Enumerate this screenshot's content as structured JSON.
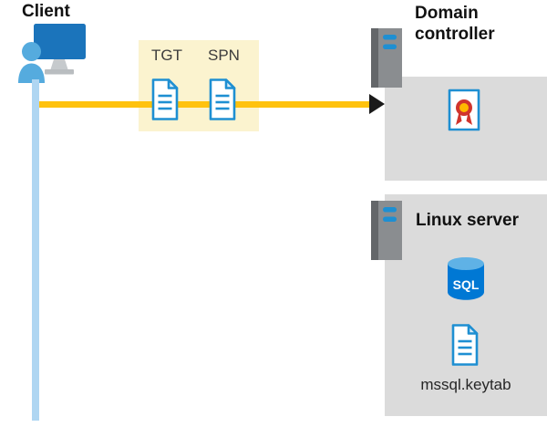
{
  "client": {
    "label": "Client"
  },
  "flow": {
    "tgt_label": "TGT",
    "spn_label": "SPN"
  },
  "domain_controller": {
    "label": "Domain controller"
  },
  "linux_server": {
    "label": "Linux server",
    "sql_label": "SQL",
    "keytab_filename": "mssql.keytab"
  },
  "icons": [
    "client-workstation-icon",
    "server-icon",
    "document-icon",
    "certificate-icon",
    "sql-database-icon",
    "arrow-head-icon"
  ],
  "colors": {
    "arrow_yellow": "#FFC20E",
    "arrowhead_black": "#1A1A1A",
    "ticket_box_bg": "#FBF3CF",
    "server_box_bg": "#DBDBDB",
    "accent_blue": "#1E8FD2",
    "lifeline_blue": "#AFD6F2",
    "sql_body_blue": "#0078D4",
    "sql_top_blue": "#5FB2E6",
    "seal_red": "#D0342C",
    "seal_yellow": "#FFB900",
    "monitor_blue": "#1B74BB",
    "person_blue": "#55ABDE",
    "server_gray": "#8A8D90"
  }
}
